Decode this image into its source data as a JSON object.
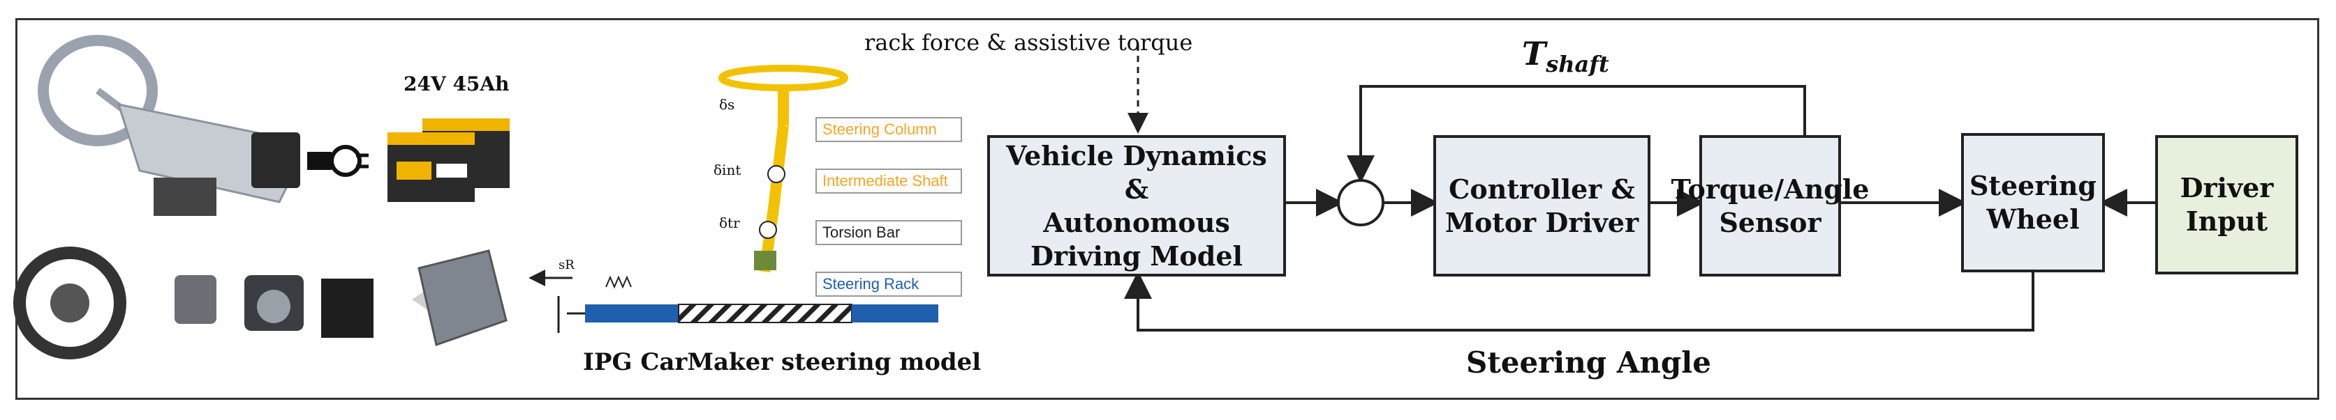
{
  "battery_label": "24V 45Ah",
  "steering_model": {
    "caption": "IPG CarMaker steering model",
    "tags": [
      "Steering Column",
      "Intermediate Shaft",
      "Torsion Bar",
      "Steering Rack"
    ],
    "tag_colors": [
      "#f5a623",
      "#f5a623",
      "#222222",
      "#1f5fae"
    ],
    "delta_labels": [
      "δs",
      "δint",
      "δtr"
    ],
    "rack_symbol": "sR"
  },
  "blocks": {
    "vehicle_dynamics": "Vehicle Dynamics &\nAutonomous\nDriving Model",
    "controller": "Controller &\nMotor Driver",
    "sensor": "Torque/Angle\nSensor",
    "steering_wheel": "Steering\nWheel",
    "driver_input": "Driver\nInput"
  },
  "annotations": {
    "rack_force": "rack force & assistive torque",
    "t_shaft_symbol": "T",
    "t_shaft_subscript": "shaft",
    "steering_angle": "Steering Angle"
  },
  "colors": {
    "block_fill": "#e8ecf3",
    "driver_fill": "#e6f0dc",
    "line": "#222222"
  }
}
